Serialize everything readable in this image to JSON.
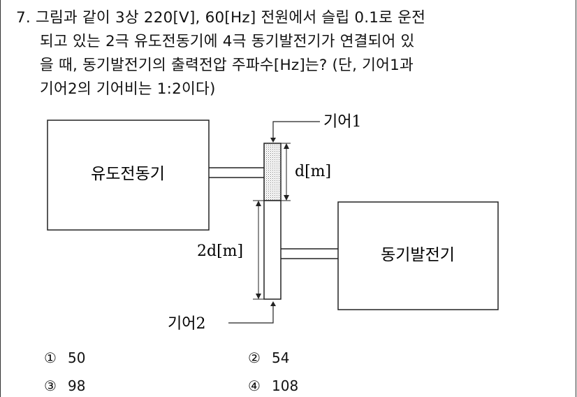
{
  "question": {
    "number": "7.",
    "lines": [
      "그림과 같이 3상 220[V], 60[Hz] 전원에서 슬립 0.1로 운전",
      "되고 있는 2극 유도전동기에 4극 동기발전기가 연결되어 있",
      "을 때, 동기발전기의 출력전압 주파수[Hz]는? (단, 기어1과",
      "기어2의 기어비는 1:2이다)"
    ]
  },
  "diagram": {
    "motor_label": "유도전동기",
    "generator_label": "동기발전기",
    "gear1_label": "기어1",
    "gear2_label": "기어2",
    "gear1_dim": "d[m]",
    "gear2_dim": "2d[m]"
  },
  "options": [
    {
      "marker": "①",
      "value": "50"
    },
    {
      "marker": "②",
      "value": "54"
    },
    {
      "marker": "③",
      "value": "98"
    },
    {
      "marker": "④",
      "value": "108"
    }
  ]
}
